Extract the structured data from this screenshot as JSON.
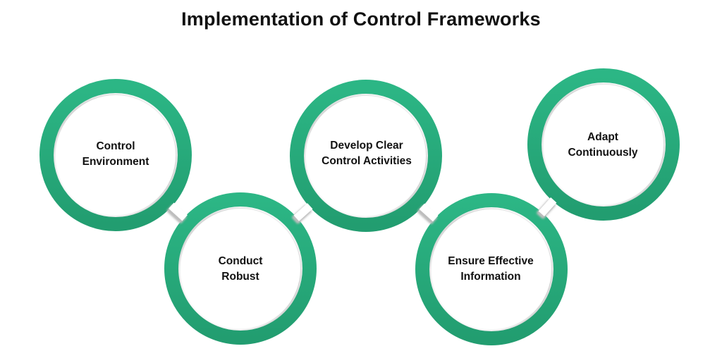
{
  "title": "Implementation of Control Frameworks",
  "colors": {
    "ring_light": "#2cb685",
    "ring_dark": "#229d70",
    "text": "#111111",
    "background": "#ffffff",
    "gap_shadow": "#bdbdbd"
  },
  "nodes": [
    {
      "id": "control-environment",
      "lines": [
        "Control",
        "Environment"
      ]
    },
    {
      "id": "conduct-robust",
      "lines": [
        "Conduct",
        "Robust"
      ]
    },
    {
      "id": "develop-clear-control-activities",
      "lines": [
        "Develop Clear",
        "Control Activities"
      ]
    },
    {
      "id": "ensure-effective-information",
      "lines": [
        "Ensure Effective",
        "Information"
      ]
    },
    {
      "id": "adapt-continuously",
      "lines": [
        "Adapt",
        "Continuously"
      ]
    }
  ]
}
